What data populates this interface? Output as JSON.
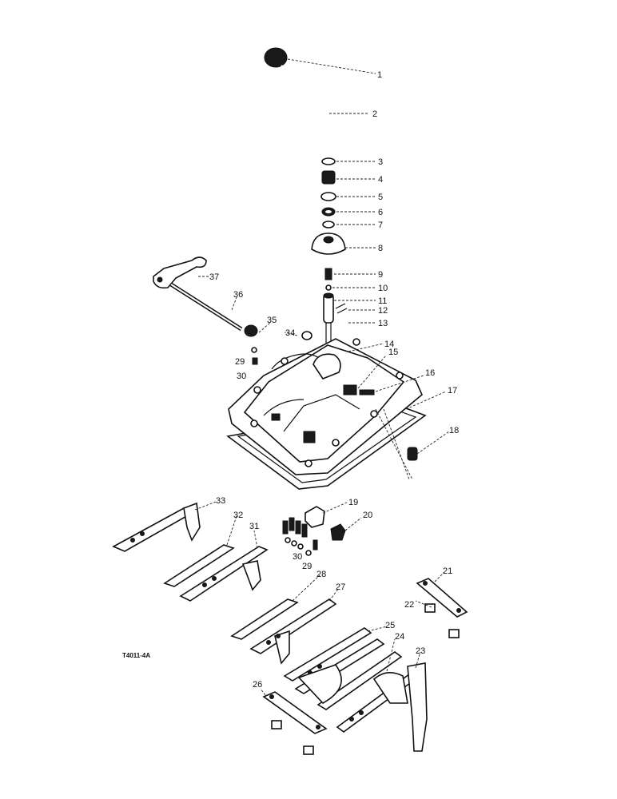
{
  "drawing_code": "T4011-4A",
  "callouts": [
    "1",
    "2",
    "3",
    "4",
    "5",
    "6",
    "7",
    "8",
    "9",
    "10",
    "11",
    "12",
    "13",
    "14",
    "15",
    "16",
    "17",
    "18",
    "19",
    "20",
    "21",
    "22",
    "23",
    "24",
    "25",
    "26",
    "27",
    "28",
    "29",
    "30",
    "31",
    "32",
    "33",
    "34",
    "35",
    "36",
    "37",
    "29",
    "30"
  ]
}
